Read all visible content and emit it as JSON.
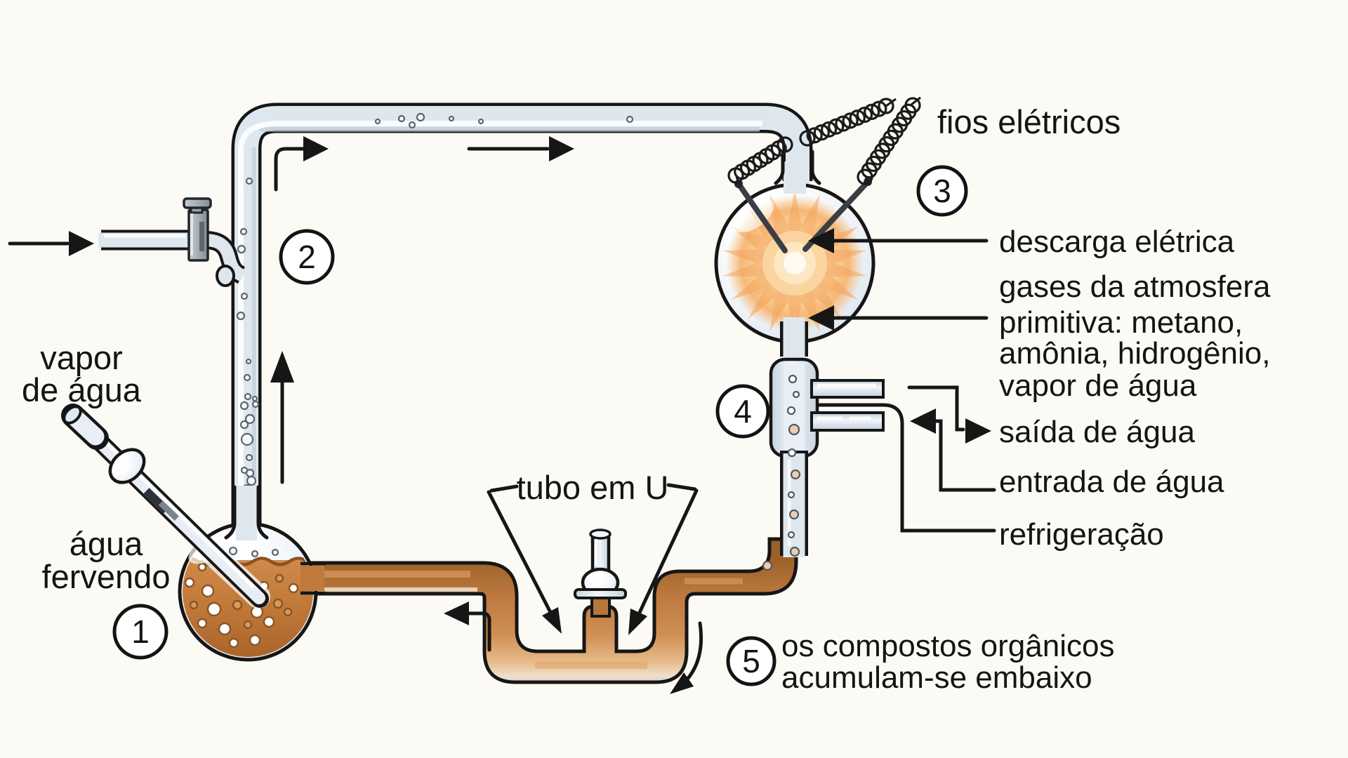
{
  "title": "Experimento de Miller-Urey (diagrama)",
  "colors": {
    "background": "#fbfaf5",
    "glass": "#dfe7ee",
    "outline": "#161616",
    "liquid_brown": "#c07c42",
    "spark_orange": "#f2a861",
    "metal_grey": "#9aa1a9"
  },
  "badges": {
    "b1": "1",
    "b2": "2",
    "b3": "3",
    "b4": "4",
    "b5": "5"
  },
  "labels": {
    "fios": "fios elétricos",
    "descarga": "descarga elétrica",
    "gases1": "gases da atmosfera",
    "gases2": "primitiva: metano,",
    "gases3": "amônia, hidrogênio,",
    "gases4": "vapor de água",
    "saida": "saída de água",
    "entrada": "entrada de água",
    "refrigeracao": "refrigeração",
    "vapor1": "vapor",
    "vapor2": "de água",
    "agua1": "água",
    "agua2": "fervendo",
    "tubo": "tubo em U",
    "compostos1": "os compostos orgânicos",
    "compostos2": "acumulam-se embaixo"
  }
}
